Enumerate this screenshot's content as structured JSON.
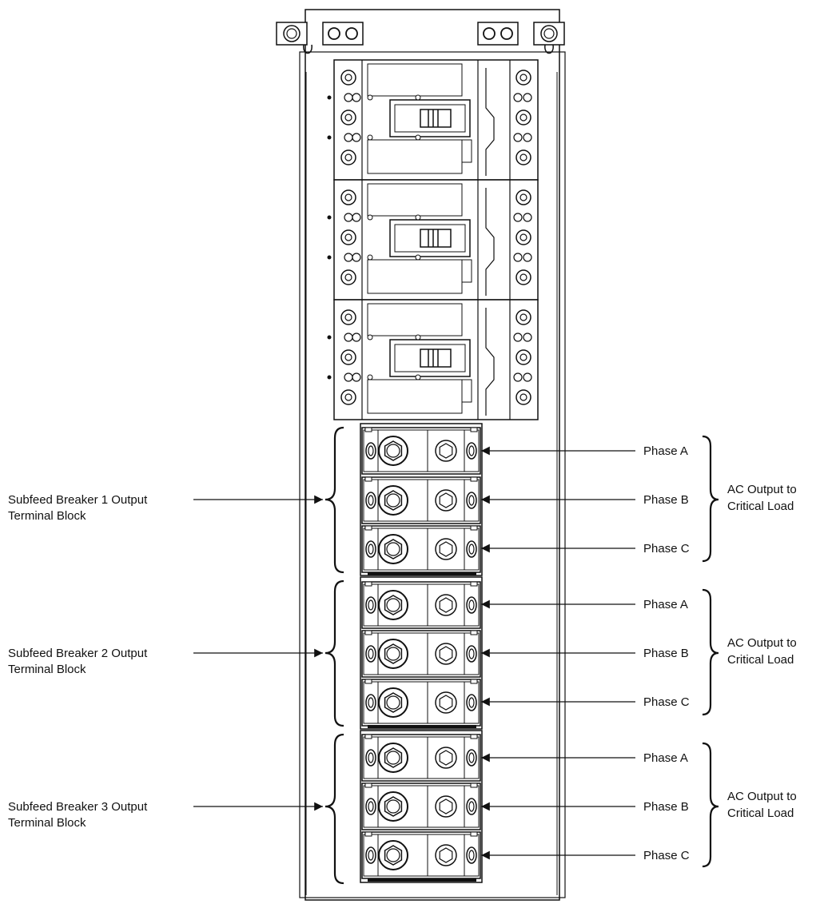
{
  "diagram": {
    "breakers": [
      {
        "label_line1": "Subfeed Breaker 1 Output",
        "label_line2": "Terminal Block",
        "phases": [
          "Phase A",
          "Phase B",
          "Phase C"
        ],
        "load_line1": "AC Output to",
        "load_line2": "Critical Load"
      },
      {
        "label_line1": "Subfeed Breaker 2 Output",
        "label_line2": "Terminal Block",
        "phases": [
          "Phase A",
          "Phase B",
          "Phase C"
        ],
        "load_line1": "AC Output to",
        "load_line2": "Critical Load"
      },
      {
        "label_line1": "Subfeed Breaker 3 Output",
        "label_line2": "Terminal Block",
        "phases": [
          "Phase A",
          "Phase B",
          "Phase C"
        ],
        "load_line1": "AC Output to",
        "load_line2": "Critical Load"
      }
    ],
    "colors": {
      "line": "#111111",
      "background": "#ffffff"
    }
  }
}
